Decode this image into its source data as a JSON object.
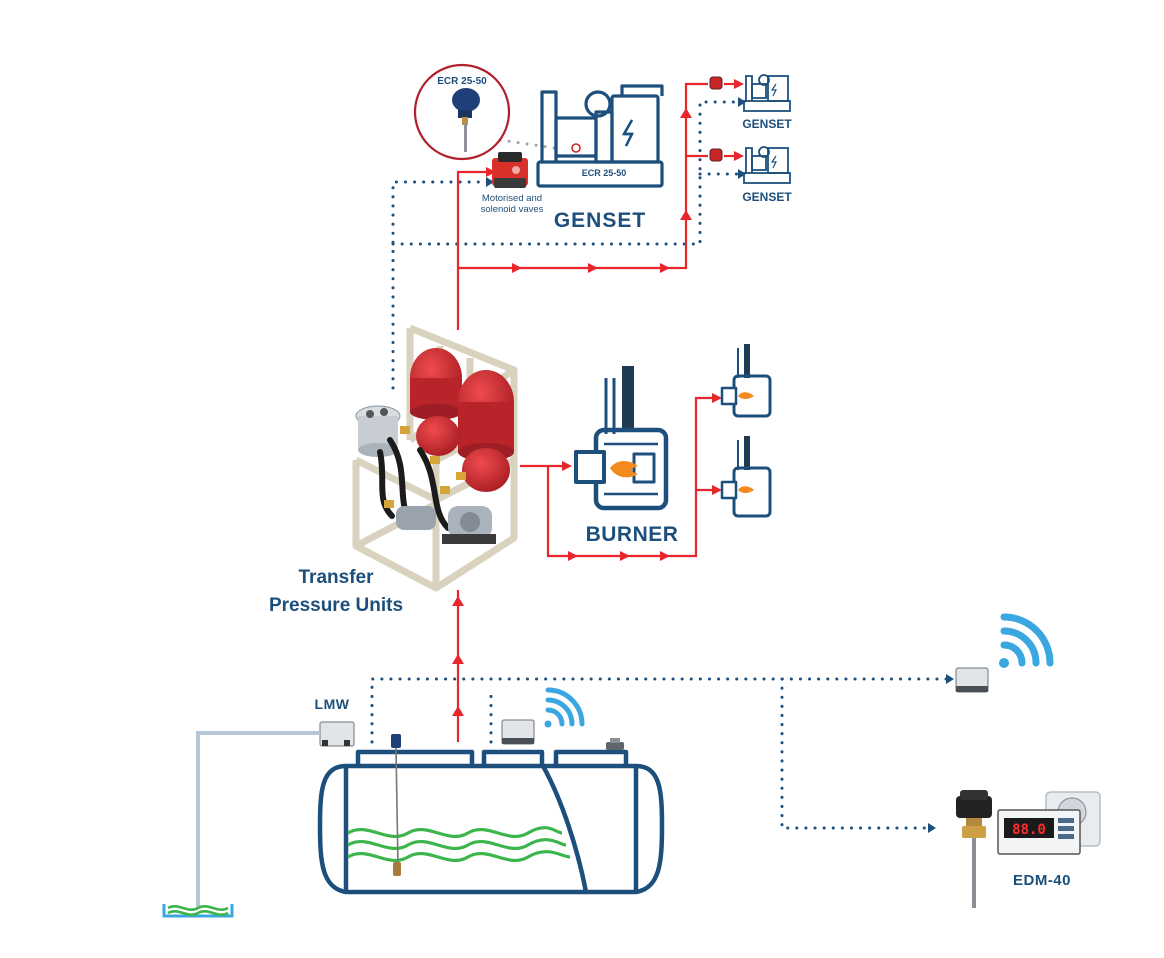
{
  "labels": {
    "ecr_badge": "ECR 25-50",
    "ecr_plate": "ECR 25-50",
    "valve_line1": "Motorised and",
    "valve_line2": "solenoid vaves",
    "genset_main": "GENSET",
    "genset_small_1": "GENSET",
    "genset_small_2": "GENSET",
    "burner": "BURNER",
    "tpu_line1": "Transfer",
    "tpu_line2": "Pressure Units",
    "lmw": "LMW",
    "edm": "EDM-40",
    "display_reading": "88.0"
  },
  "colors": {
    "fuel_line": "#e8262b",
    "signal_line": "#1d4f7c",
    "wifi": "#3aa7e0",
    "water": "#3cb54a",
    "tank_outline": "#1d4f7c",
    "probe_pipe": "#b7c6d6",
    "expansion_vessel": "#c9262a",
    "frame": "#e6e0cf"
  },
  "icons": {
    "wifi": "wifi-icon",
    "lightning": "lightning-icon",
    "flame": "flame-icon"
  }
}
